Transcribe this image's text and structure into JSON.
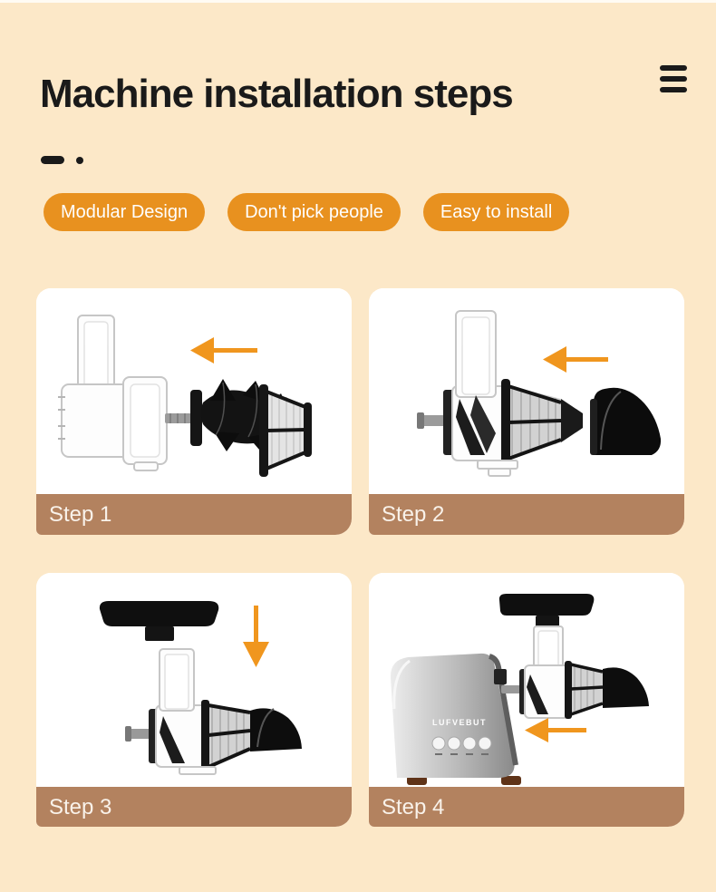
{
  "header": {
    "title": "Machine installation steps",
    "menu_icon": "hamburger-menu-icon"
  },
  "badges": [
    "Modular Design",
    "Don't pick people",
    "Easy to install"
  ],
  "steps": [
    {
      "label": "Step 1",
      "arrow_icon": "arrow-left-icon"
    },
    {
      "label": "Step 2",
      "arrow_icon": "arrow-left-icon"
    },
    {
      "label": "Step 3",
      "arrow_icon": "arrow-down-icon"
    },
    {
      "label": "Step 4",
      "arrow_icon": "arrow-left-icon",
      "brand": "LUFVEBUT"
    }
  ],
  "colors": {
    "background": "#fce8c8",
    "badge_orange": "#e8911f",
    "step_bar_brown": "#b3825f",
    "arrow_orange": "#f0961e",
    "title_black": "#1a1a1a"
  }
}
